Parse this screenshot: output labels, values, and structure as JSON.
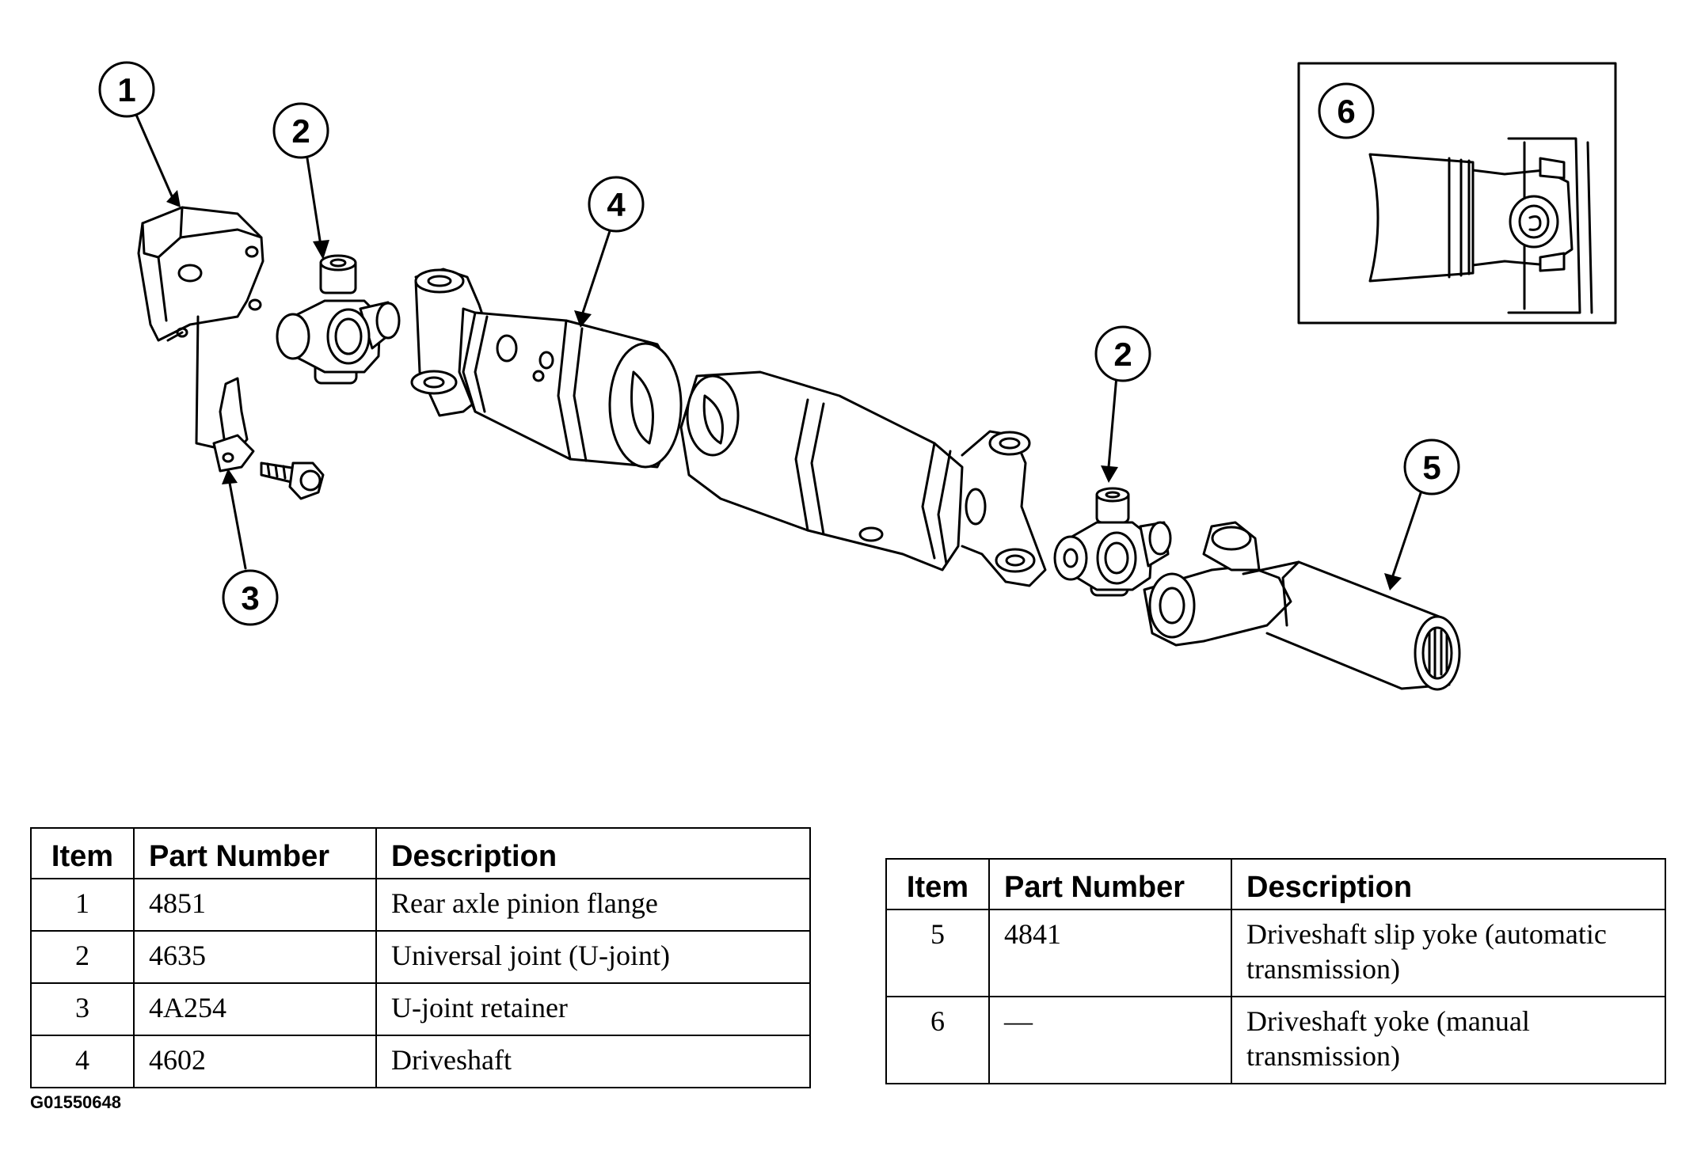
{
  "callouts": {
    "c1": "1",
    "c2a": "2",
    "c2b": "2",
    "c3": "3",
    "c4": "4",
    "c5": "5",
    "c6": "6"
  },
  "table_left": {
    "headers": {
      "item": "Item",
      "part_number": "Part Number",
      "description": "Description"
    },
    "rows": [
      {
        "item": "1",
        "part_number": "4851",
        "description": "Rear axle pinion flange"
      },
      {
        "item": "2",
        "part_number": "4635",
        "description": "Universal joint (U-joint)"
      },
      {
        "item": "3",
        "part_number": "4A254",
        "description": "U-joint retainer"
      },
      {
        "item": "4",
        "part_number": "4602",
        "description": "Driveshaft"
      }
    ]
  },
  "table_right": {
    "headers": {
      "item": "Item",
      "part_number": "Part Number",
      "description": "Description"
    },
    "rows": [
      {
        "item": "5",
        "part_number": "4841",
        "description": "Driveshaft slip yoke (automatic transmission)"
      },
      {
        "item": "6",
        "part_number": "—",
        "description": "Driveshaft yoke (manual transmission)"
      }
    ]
  },
  "figure_code": "G01550648"
}
